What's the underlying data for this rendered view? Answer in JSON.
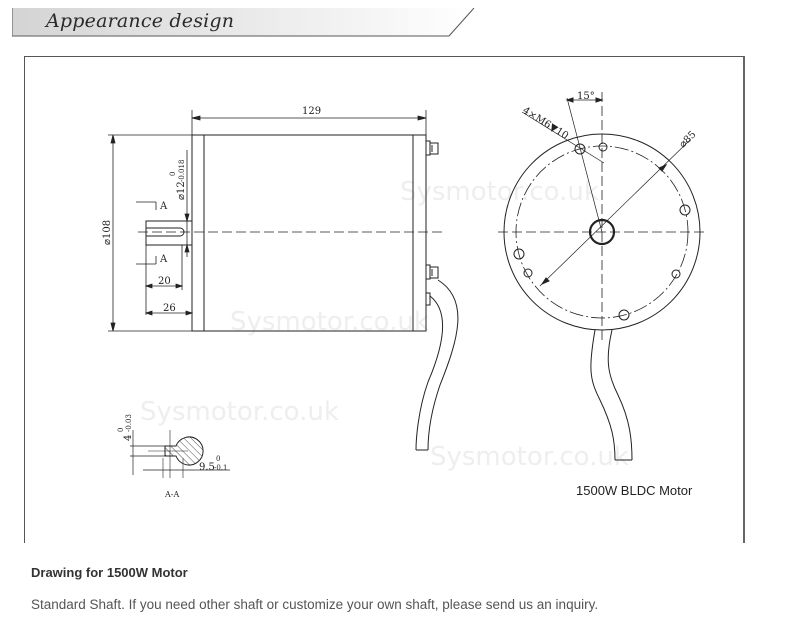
{
  "banner": {
    "title": "Appearance design"
  },
  "drawing": {
    "side_view": {
      "length_dim": "129",
      "diameter_dim": "⌀108",
      "shaft_diameter_dim": "⌀12",
      "shaft_tol_upper": "0",
      "shaft_tol_lower": "-0.018",
      "key_length_dim": "20",
      "shaft_length_dim": "26",
      "section_marker_top": "A",
      "section_marker_bottom": "A"
    },
    "front_view": {
      "angle_dim": "15°",
      "holes_note": "4×M6▼10",
      "bolt_circle_dim": "⌀85"
    },
    "section_view": {
      "key_width_dim": "4",
      "key_width_tol_upper": "0",
      "key_width_tol_lower": "-0.03",
      "flat_dim": "9.5",
      "flat_tol_upper": "0",
      "flat_tol_lower": "-0.1",
      "section_label": "A-A"
    },
    "watermark": "Sysmotor.co.uk",
    "motor_label": "1500W BLDC Motor"
  },
  "caption": {
    "title": "Drawing for 1500W Motor",
    "text": "Standard Shaft. If you need other shaft or customize your own shaft, please send us an inquiry."
  },
  "colors": {
    "line": "#222222",
    "frame": "#555555",
    "banner_gradient_start": "#d9d9d9",
    "banner_gradient_end": "#ffffff"
  }
}
